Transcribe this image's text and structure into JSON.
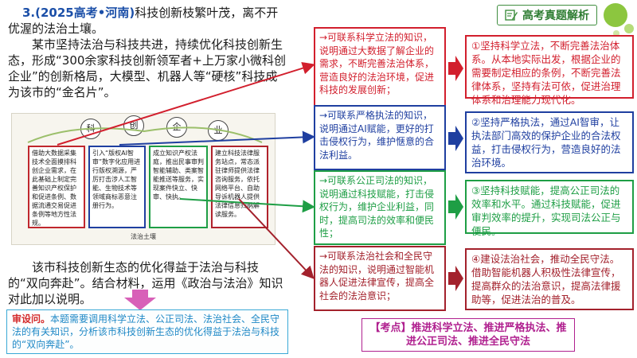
{
  "header": {
    "badge_label": "高考真题解析",
    "badge_icon": "pencil-note-icon",
    "accent": "#3f8e3f"
  },
  "question": {
    "number": "3.(2025高考•河南)",
    "intro": "科技创新枝繁叶茂，离不开优渥的法治土壤。",
    "body": "某市坚持法治与科技共进，持续优化科技创新生态，形成“300余家科技创新领军者+上万家小微科创企业”的创新格局，大模型、机器人等“硬核”科技成为该市的“金名片”。",
    "ask": "该市科技创新生态的优化得益于法治与科技的“双向奔赴”。结合材料，运用《政治与法治》知识对此加以说明。"
  },
  "illustration": {
    "signs": [
      "科",
      "创",
      "企",
      "业"
    ],
    "cards": [
      "借助大数据采集技术全面摸排科创企业需求，在此基础上制定完善知识产权保护和促进条例、数据流通交易促进条例等地方性法规。",
      "引入“版权AI智审”数字化应用进行版权溯源，严厉打击涉人工智能、生物技术等领域商标恶意注册行为。",
      "成立知识产权法庭，推出民事审判智能辅助、类案智能推送等服务，实现案件快立、快审、快执。",
      "建立科技法律服务站点，常态派驻律师提供法律咨询服务，依托网络平台、自助导诉机器人提供法律信息归纳解读服务。"
    ],
    "caption": "法治土壤"
  },
  "analysis": {
    "label": "审设问。",
    "text": "本题需要调用科学立法、公正司法、法治社会、全民守法的有关知识，分析该市科技创新生态的优化得益于法治与科技的“双向奔赴”。"
  },
  "knowledge": [
    "→可联系科学立法的知识，说明通过大数据了解企业的需求，不断完善法治体系，营造良好的法治环境，促进科技的发展创新；",
    "→可联系严格执法的知识，说明通过AI赋能，更好的打击侵权行为，维护惬意的合法利益。",
    "→可联系公正司法的知识，说明通过科技赋能，打击侵权行为，维护企业利益，同时，提高司法的效率和便民性；",
    "→可联系法治社会和全民守法的知识，说明通过智能机器人促进法律宣传，提高全社会的法治意识；"
  ],
  "conclusions": [
    "①坚持科学立法，不断完善法治体系。从本地实际出发，根据企业的需要制定相应的条例，不断完善法律体系，坚持有法可依，促进治理体系和治理能力现代化。",
    "②坚持严格执法，通过AI智审，让执法部门高效的保护企业的合法权益，打击侵权行为，营造良好的法治环境。",
    "③坚持科技赋能，提高公正司法的效率和水平。通过科技赋能，促进审判效率的提升，实现司法公正与便民。",
    "④建设法治社会，推动全民守法。借助智能机器人积极性法律宣传，提高群众的法治意识，提高法律援助等，促进法治的普及。"
  ],
  "keypoint": {
    "label": "【考点】",
    "text": "推进科学立法、推进严格执法、推进公正司法、推进全民守法"
  },
  "colors": {
    "red": "#d21f2d",
    "blue": "#1f3fa0",
    "green": "#1e9e45",
    "darkred": "#a3212c",
    "magenta": "#b0208f",
    "analysis": "#1e88c6"
  }
}
